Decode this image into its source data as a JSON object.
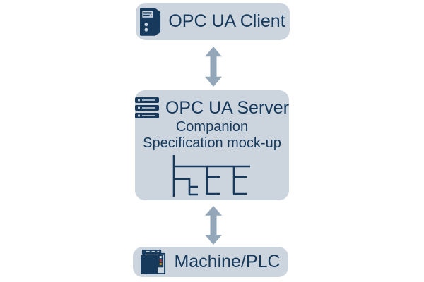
{
  "palette": {
    "page_bg": "#ffffff",
    "box_bg": "#ccd5de",
    "text": "#16395c",
    "arrow": "#93a7b9",
    "led_red": "#c0392b",
    "led_orange": "#df8600",
    "led_white": "#e9eff4"
  },
  "diagram": {
    "type": "vertical-architecture-diagram",
    "nodes": {
      "client": {
        "label": "OPC UA Client",
        "icon": "desktop-tower-icon"
      },
      "server": {
        "title": "OPC UA Server",
        "subtitle_line1": "Companion",
        "subtitle_line2": "Specification mock-up",
        "icon": "server-rack-icon",
        "inner_graphic": "address-space-tree"
      },
      "machine": {
        "label": "Machine/PLC",
        "icon": "plc-machine-icon"
      }
    },
    "connections": [
      {
        "from": "OPC UA Client",
        "to": "OPC UA Server",
        "style": "bidirectional-arrow"
      },
      {
        "from": "OPC UA Server",
        "to": "Machine/PLC",
        "style": "bidirectional-arrow"
      }
    ]
  }
}
